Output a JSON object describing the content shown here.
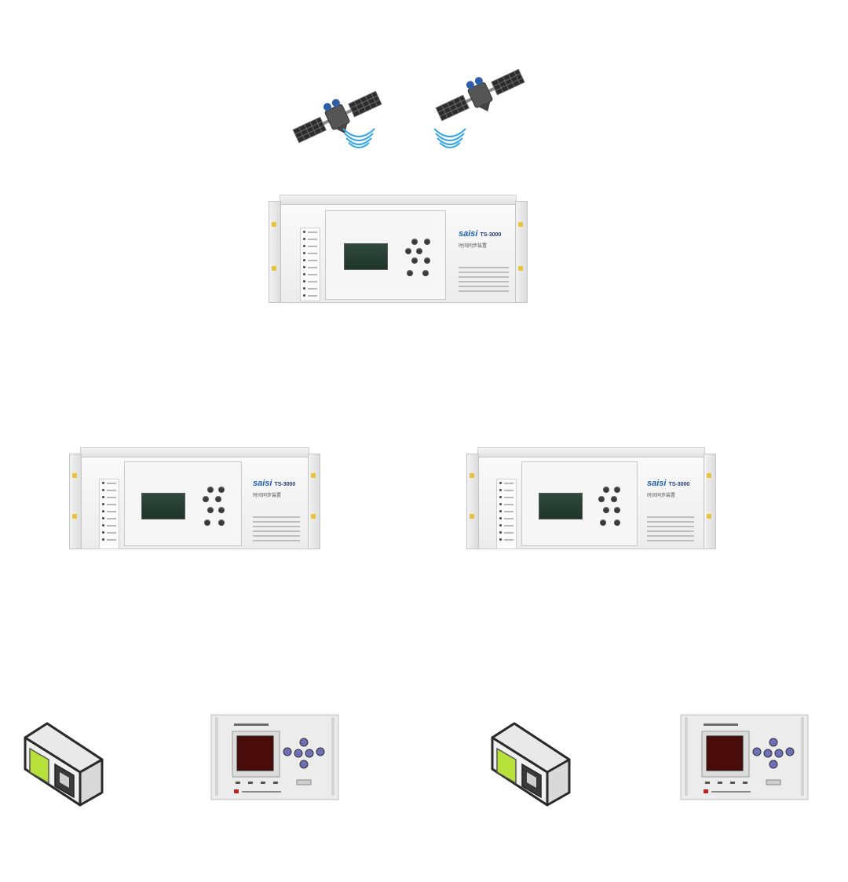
{
  "device": {
    "brand": "saisi",
    "model": "TS-3000",
    "subtitle": "时间同步装置"
  },
  "nodes": [
    {
      "role": "satellite",
      "icon": "satellite-icon"
    },
    {
      "role": "satellite",
      "icon": "satellite-icon"
    },
    {
      "role": "master-clock",
      "icon": "rack-device-icon"
    },
    {
      "role": "slave-clock",
      "icon": "rack-device-icon"
    },
    {
      "role": "slave-clock",
      "icon": "rack-device-icon"
    },
    {
      "role": "terminal",
      "icon": "terminal-box-icon"
    },
    {
      "role": "relay-protection",
      "icon": "relay-panel-icon"
    },
    {
      "role": "terminal",
      "icon": "terminal-box-icon"
    },
    {
      "role": "relay-protection",
      "icon": "relay-panel-icon"
    }
  ],
  "colors": {
    "wave": "#39a7e6",
    "brand": "#1f5fb5",
    "relay_display": "#4a0b0b",
    "terminal_screen": "#b8e03a"
  }
}
